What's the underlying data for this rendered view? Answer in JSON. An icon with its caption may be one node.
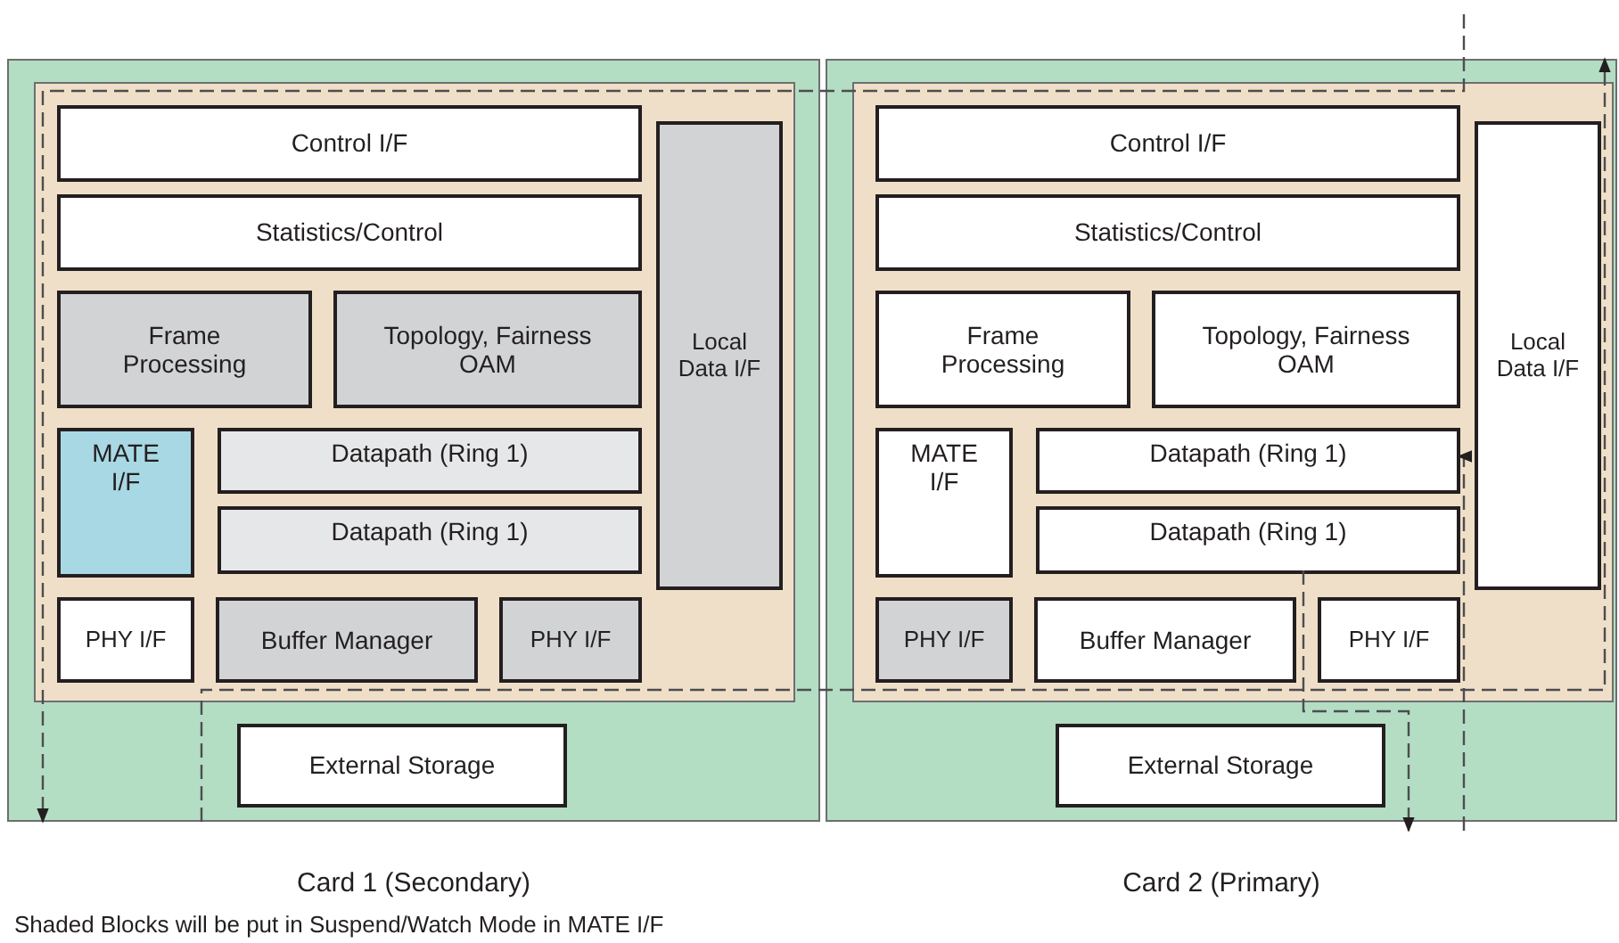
{
  "diagram": {
    "caption": "Shaded Blocks will be put in Suspend/Watch Mode in MATE I/F",
    "nodes": [
      {
        "text": [
          "Card 1 (Secondary)"
        ]
      },
      {
        "text": [],
        "shape": "box",
        "in": 0
      },
      {
        "text": [
          "Control I/F"
        ],
        "in": 1
      },
      {
        "text": [
          "Statistics/Control"
        ],
        "in": 1
      },
      {
        "text": [
          "Frame Processing"
        ],
        "in": 1
      },
      {
        "text": [
          "Topology, Fairness OAM"
        ],
        "in": 1
      },
      {
        "text": [
          "Local Data I/F"
        ],
        "in": 1
      },
      {
        "text": [
          "MATE I/F"
        ],
        "in": 1
      },
      {
        "text": [
          "Datapath (Ring 1)"
        ],
        "in": 1
      },
      {
        "text": [
          "Datapath (Ring 1)"
        ],
        "in": 1
      },
      {
        "text": [
          "PHY I/F"
        ],
        "in": 1
      },
      {
        "text": [
          "Buffer Manager"
        ],
        "in": 1
      },
      {
        "text": [
          "PHY I/F"
        ],
        "in": 1
      },
      {
        "text": [
          "External Storage"
        ],
        "in": 0
      },
      {
        "text": [
          "Card 2 (Primary)"
        ]
      },
      {
        "text": [],
        "shape": "box",
        "in": 14
      },
      {
        "text": [
          "Control I/F"
        ],
        "in": 15
      },
      {
        "text": [
          "Statistics/Control"
        ],
        "in": 15
      },
      {
        "text": [
          "Frame Processing"
        ],
        "in": 15
      },
      {
        "text": [
          "Topology, Fairness OAM"
        ],
        "in": 15
      },
      {
        "text": [
          "Local Data I/F"
        ],
        "in": 15
      },
      {
        "text": [
          "MATE I/F"
        ],
        "in": 15
      },
      {
        "text": [
          "Datapath (Ring 1)"
        ],
        "in": 15
      },
      {
        "text": [
          "Datapath (Ring 1)"
        ],
        "in": 15
      },
      {
        "text": [
          "PHY I/F"
        ],
        "in": 15
      },
      {
        "text": [
          "Buffer Manager"
        ],
        "in": 15
      },
      {
        "text": [
          "PHY I/F"
        ],
        "in": 15
      },
      {
        "text": [
          "External Storage"
        ],
        "in": 14
      }
    ],
    "edges": [
      {
        "from": null,
        "to": 0,
        "arrow": "to",
        "style": "dashed"
      },
      {
        "from": 0,
        "to": 14,
        "arrow": "to",
        "style": "dashed"
      },
      {
        "from": 23,
        "to": null,
        "arrow": "to",
        "style": "dashed"
      },
      {
        "from": null,
        "to": 22,
        "arrow": "to",
        "style": "dashed"
      }
    ]
  }
}
